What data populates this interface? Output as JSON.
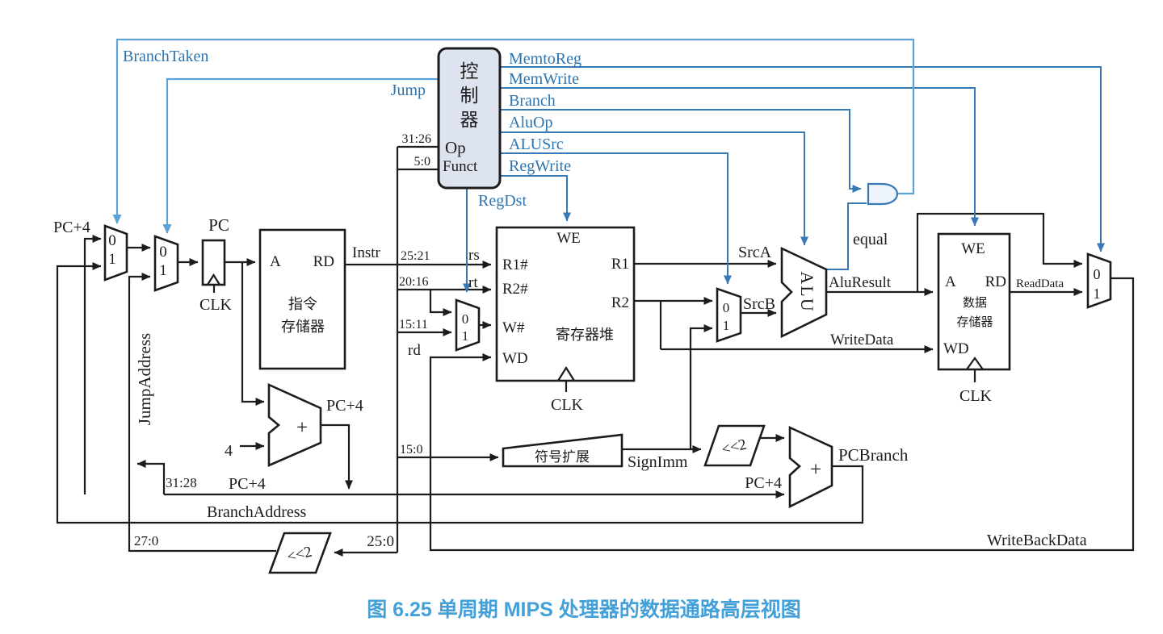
{
  "caption": "图 6.25  单周期 MIPS 处理器的数据通路高层视图",
  "colors": {
    "ink": "#1c1c1c",
    "signal_blue": "#3679b4",
    "label_blue": "#2d74ae",
    "light_blue_arrow": "#5ba3d4",
    "control_fill": "#dde3ef",
    "and_fill": "#eef4fb",
    "caption_blue": "#44a0d8"
  },
  "control_unit": {
    "title_chars": [
      "控",
      "制",
      "器"
    ],
    "port_op": "Op",
    "port_funct": "Funct",
    "bits_op": "31:26",
    "bits_funct": "5:0",
    "signals": {
      "memtoreg": "MemtoReg",
      "memwrite": "MemWrite",
      "branch": "Branch",
      "aluop": "AluOp",
      "alusrc": "ALUSrc",
      "regwrite": "RegWrite",
      "regdst": "RegDst",
      "jump": "Jump",
      "branchtaken": "BranchTaken"
    }
  },
  "pc": {
    "label": "PC",
    "clk": "CLK"
  },
  "instr_mem": {
    "a": "A",
    "rd": "RD",
    "name1": "指令",
    "name2": "存储器"
  },
  "reg_file": {
    "we": "WE",
    "r1n": "R1#",
    "r2n": "R2#",
    "wn": "W#",
    "wd": "WD",
    "r1": "R1",
    "r2": "R2",
    "name": "寄存器堆",
    "clk": "CLK"
  },
  "data_mem": {
    "we": "WE",
    "a": "A",
    "rd": "RD",
    "wd": "WD",
    "name1": "数据",
    "name2": "存储器",
    "clk": "CLK"
  },
  "alu": {
    "label": "ALU",
    "src_a": "SrcA",
    "src_b": "SrcB",
    "result": "AluResult",
    "equal": "equal"
  },
  "sign_extend": {
    "name": "符号扩展",
    "out": "SignImm"
  },
  "shift": {
    "label": "<<2"
  },
  "adders": {
    "plus": "+",
    "four": "4"
  },
  "mux": {
    "zero": "0",
    "one": "1"
  },
  "wires": {
    "pc_plus4": "PC+4",
    "instr": "Instr",
    "jump_address": "JumpAddress",
    "branch_address": "BranchAddress",
    "write_back_data": "WriteBackData",
    "write_data": "WriteData",
    "read_data": "ReadData",
    "pc_branch": "PCBranch"
  },
  "bits": {
    "rs_range": "25:21",
    "rt_range": "20:16",
    "rd_range": "15:11",
    "imm_range": "15:0",
    "jump_range": "25:0",
    "jump_shifted": "27:0",
    "pc_high": "31:28",
    "rs": "rs",
    "rt": "rt",
    "rd": "rd"
  }
}
